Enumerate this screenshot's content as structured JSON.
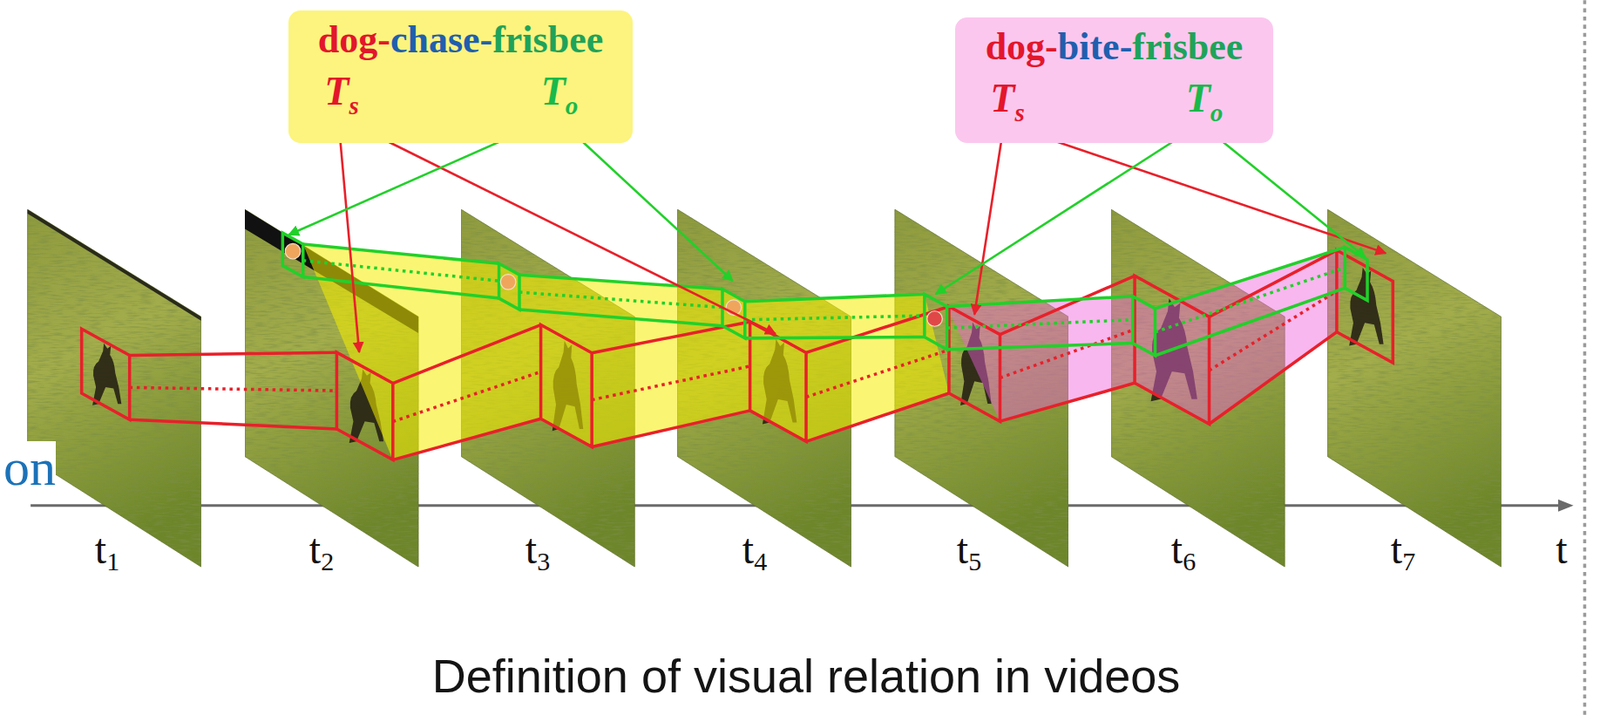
{
  "diagram": {
    "caption": "Definition of visual relation in videos",
    "nodes": [
      {
        "text": [
          "dog-chase-frisbee",
          "Ts",
          "To"
        ]
      },
      {
        "text": [
          "dog-bite-frisbee",
          "Ts",
          "To"
        ]
      }
    ],
    "labels": [
      "on",
      "t1",
      "t2",
      "t3",
      "t4",
      "t5",
      "t6",
      "t7",
      "t"
    ]
  }
}
